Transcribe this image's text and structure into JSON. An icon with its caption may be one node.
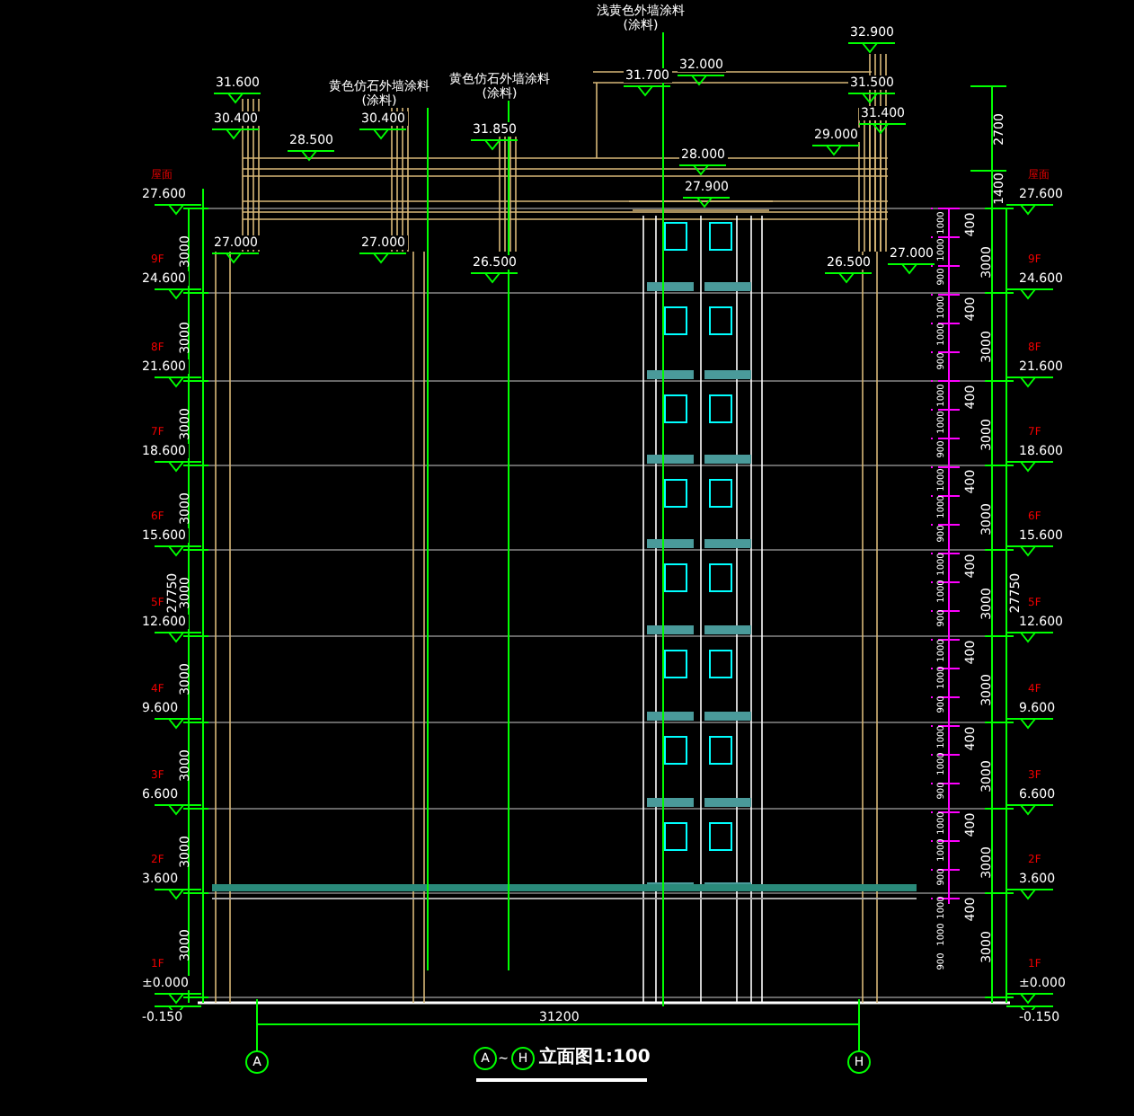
{
  "diagram": {
    "title": "立面图1:100",
    "nodes": [
      {
        "text": [
          "浅黄色外墙涂料",
          "(涂料)"
        ]
      },
      {
        "text": [
          "黄色仿石外墙涂料",
          "(涂料)"
        ]
      },
      {
        "text": [
          "黄色仿石外墙涂料",
          "(涂料)"
        ]
      }
    ],
    "edges": [
      {
        "from": 0,
        "to": null,
        "arrow": "none"
      },
      {
        "from": 1,
        "to": null,
        "arrow": "none"
      },
      {
        "from": 2,
        "to": null,
        "arrow": "none"
      }
    ],
    "labels": [
      "32.900",
      "32.000",
      "31.700",
      "31.600",
      "31.500",
      "30.400",
      "30.400",
      "31.400",
      "31.850",
      "29.000",
      "28.500",
      "28.000",
      "27.900",
      "27.000",
      "27.000",
      "27.000",
      "26.500",
      "26.500",
      "屋面",
      "27.600",
      "9F",
      "24.600",
      "8F",
      "21.600",
      "7F",
      "18.600",
      "6F",
      "15.600",
      "5F",
      "12.600",
      "4F",
      "9.600",
      "3F",
      "6.600",
      "2F",
      "3.600",
      "1F",
      "±0.000",
      "3000",
      "3000",
      "3000",
      "3000",
      "3000",
      "3000",
      "3000",
      "3000",
      "3000",
      "27750",
      "2700",
      "1400",
      "400",
      "3000",
      "400",
      "3000",
      "400",
      "3000",
      "400",
      "3000",
      "400",
      "3000",
      "400",
      "3000",
      "400",
      "3000",
      "400",
      "3000",
      "400",
      "3000",
      "27750",
      "1000",
      "1000",
      "900",
      "1000",
      "1000",
      "900",
      "1000",
      "1000",
      "900",
      "1000",
      "1000",
      "900",
      "1000",
      "1000",
      "900",
      "1000",
      "1000",
      "900",
      "1000",
      "1000",
      "900",
      "1000",
      "1000",
      "900",
      "1000",
      "1000",
      "900",
      "屋面",
      "27.600",
      "9F",
      "24.600",
      "8F",
      "21.600",
      "7F",
      "18.600",
      "6F",
      "15.600",
      "5F",
      "12.600",
      "4F",
      "9.600",
      "3F",
      "6.600",
      "2F",
      "3.600",
      "1F",
      "±0.000",
      "-0.150",
      "31200",
      "-0.150",
      "A",
      "A",
      "~",
      "H",
      "H"
    ]
  }
}
